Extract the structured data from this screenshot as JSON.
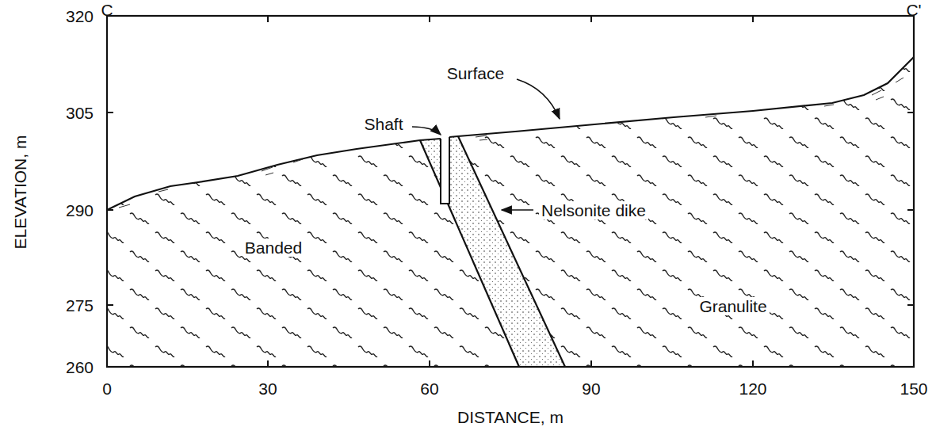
{
  "diagram": {
    "labels": [
      "C",
      "C'",
      "320",
      "305",
      "290",
      "275",
      "260",
      "0",
      "30",
      "60",
      "90",
      "120",
      "150",
      "ELEVATION, m",
      "DISTANCE, m",
      "Surface",
      "Shaft",
      "Nelsonite dike",
      "Banded",
      "Granulite"
    ]
  }
}
